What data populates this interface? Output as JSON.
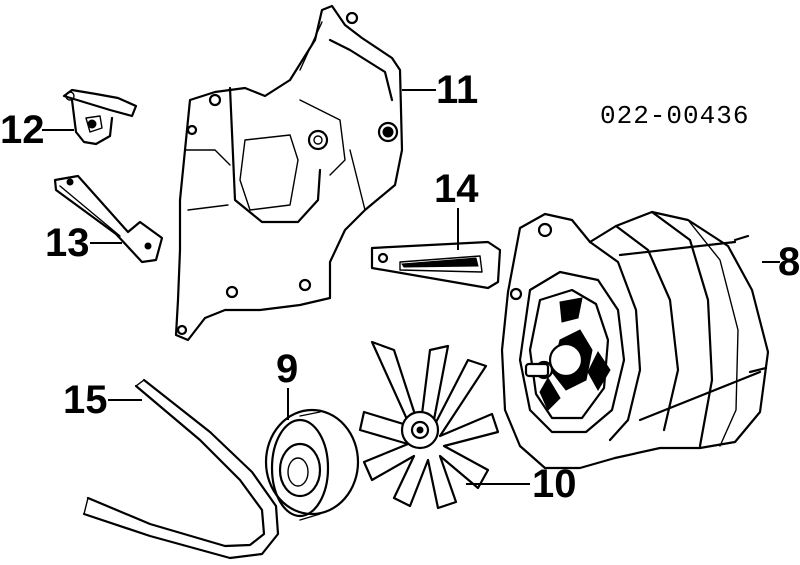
{
  "part_code": "022-00436",
  "callouts": {
    "p8": "8",
    "p9": "9",
    "p10": "10",
    "p11": "11",
    "p12": "12",
    "p13": "13",
    "p14": "14",
    "p15": "15"
  }
}
